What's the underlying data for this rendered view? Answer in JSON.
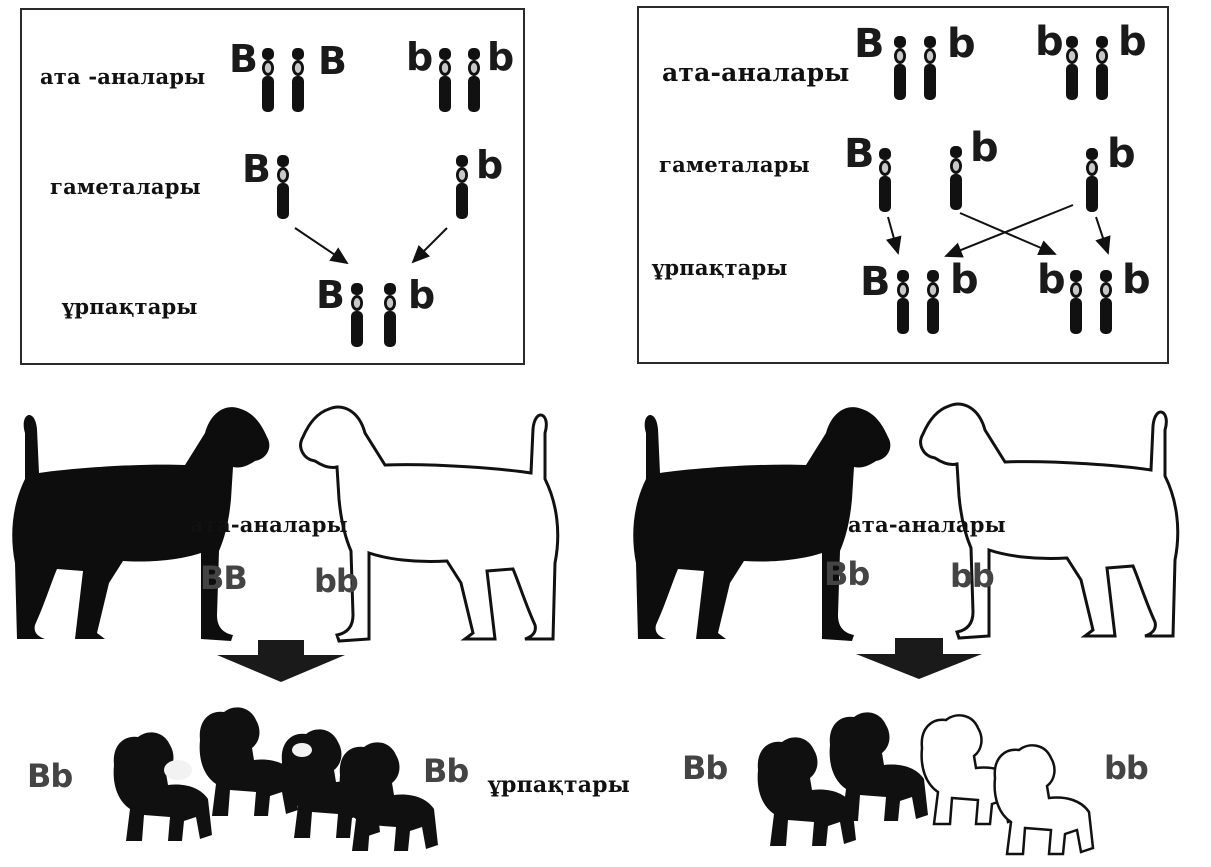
{
  "left_scheme": {
    "parents_label": "ата -аналары",
    "gametes_label": "гаметалары",
    "offspring_label": "ұрпақтары",
    "parent1_alleles": [
      "B",
      "B"
    ],
    "parent2_alleles": [
      "b",
      "b"
    ],
    "gamete1_allele": "B",
    "gamete2_allele": "b",
    "offspring_alleles": [
      "B",
      "b"
    ]
  },
  "right_scheme": {
    "parents_label": "ата-аналары",
    "gametes_label": "гаметалары",
    "offspring_label": "ұрпақтары",
    "parent1_alleles": [
      "B",
      "b"
    ],
    "parent2_alleles": [
      "b",
      "b"
    ],
    "gamete_alleles": [
      "B",
      "b",
      "b"
    ],
    "offspring1_alleles": [
      "B",
      "b"
    ],
    "offspring2_alleles": [
      "b",
      "b"
    ]
  },
  "left_dogs": {
    "parents_label": "ата-аналары",
    "parent1_genotype": "BB",
    "parent2_genotype": "bb",
    "offspring_genotype_left": "Bb",
    "offspring_genotype_right": "Bb"
  },
  "right_dogs": {
    "parents_label": "ата-аналары",
    "parent1_genotype": "Bb",
    "parent2_genotype": "bb",
    "offspring_genotype_black": "Bb",
    "offspring_genotype_white": "bb"
  },
  "shared_offspring_label": "ұрпақтары"
}
